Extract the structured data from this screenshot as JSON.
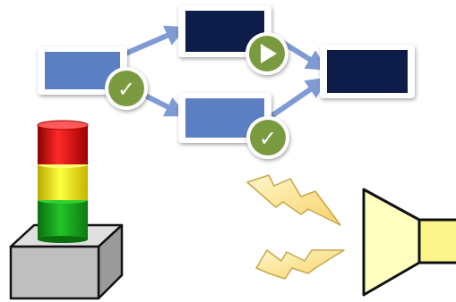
{
  "workflow": {
    "nodes": [
      {
        "id": "start",
        "fill": "#5b7fc4"
      },
      {
        "id": "top-middle",
        "fill": "#0f1e4a"
      },
      {
        "id": "bottom-middle",
        "fill": "#5b7fc4"
      },
      {
        "id": "end",
        "fill": "#0f1e4a"
      }
    ],
    "badges": [
      {
        "icon": "checkmark-icon",
        "glyph": "✓",
        "fill": "#7a9a3f"
      },
      {
        "icon": "play-icon",
        "glyph": "▶",
        "fill": "#7a9a3f"
      },
      {
        "icon": "checkmark-icon",
        "glyph": "✓",
        "fill": "#7a9a3f"
      }
    ],
    "arrow_color": "#7f9bd3"
  },
  "stack_light": {
    "lights": [
      {
        "name": "red-light",
        "fill": "#e01010"
      },
      {
        "name": "yellow-light",
        "fill": "#f0ec00"
      },
      {
        "name": "green-light",
        "fill": "#13a818"
      }
    ],
    "base_fill": "#bfbfbf"
  },
  "signals": {
    "lightning_fill": "#fde9a0",
    "lightning_stroke": "#c9a64a"
  },
  "speaker": {
    "fill": "#ffffc0",
    "stroke": "#111111"
  }
}
